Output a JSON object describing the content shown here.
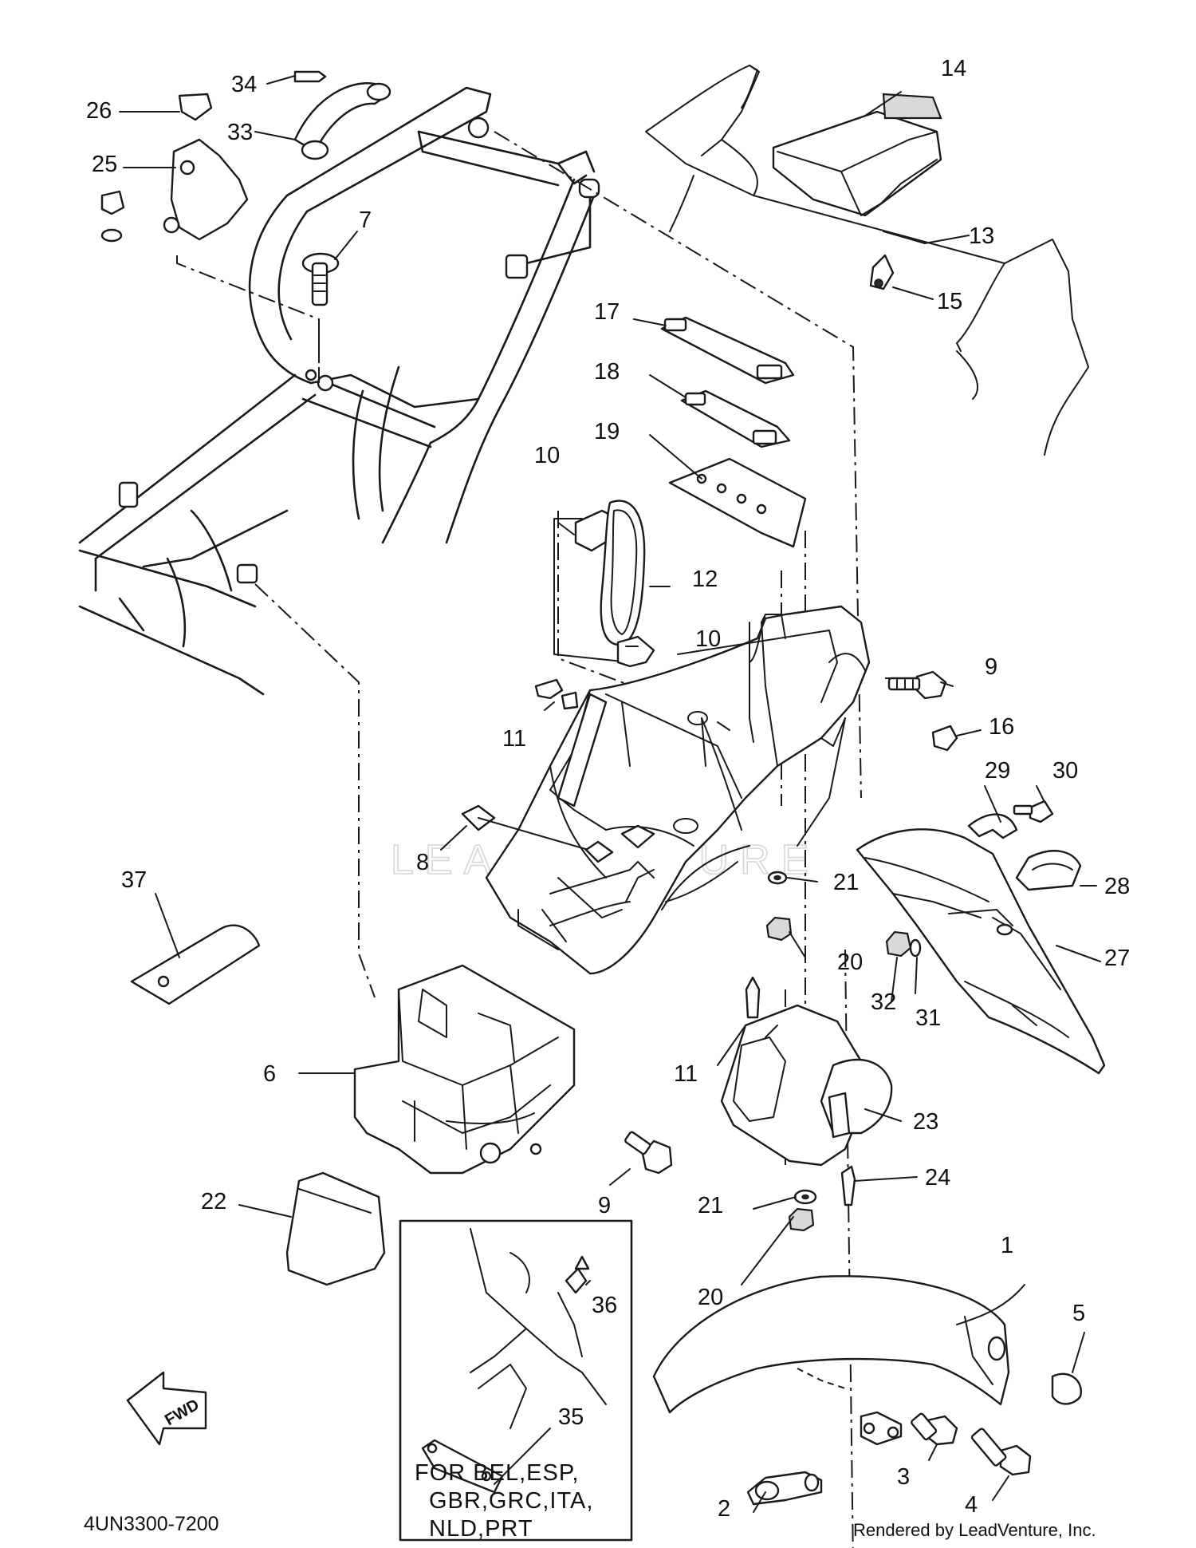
{
  "diagram": {
    "watermark": "LEADVENTURE",
    "fwd_arrow": "FWD",
    "diagram_code": "4UN3300-7200",
    "credit": "Rendered by LeadVenture, Inc.",
    "inset_note": [
      "FOR BEL,ESP,",
      "GBR,GRC,ITA,",
      "NLD,PRT"
    ],
    "callouts": [
      {
        "id": "c1",
        "text": "1"
      },
      {
        "id": "c2",
        "text": "2"
      },
      {
        "id": "c3",
        "text": "3"
      },
      {
        "id": "c4",
        "text": "4"
      },
      {
        "id": "c5",
        "text": "5"
      },
      {
        "id": "c6",
        "text": "6"
      },
      {
        "id": "c7",
        "text": "7"
      },
      {
        "id": "c8",
        "text": "8"
      },
      {
        "id": "c9a",
        "text": "9"
      },
      {
        "id": "c9b",
        "text": "9"
      },
      {
        "id": "c10a",
        "text": "10"
      },
      {
        "id": "c10b",
        "text": "10"
      },
      {
        "id": "c11a",
        "text": "11"
      },
      {
        "id": "c11b",
        "text": "11"
      },
      {
        "id": "c12",
        "text": "12"
      },
      {
        "id": "c13",
        "text": "13"
      },
      {
        "id": "c14",
        "text": "14"
      },
      {
        "id": "c15",
        "text": "15"
      },
      {
        "id": "c16",
        "text": "16"
      },
      {
        "id": "c17",
        "text": "17"
      },
      {
        "id": "c18",
        "text": "18"
      },
      {
        "id": "c19",
        "text": "19"
      },
      {
        "id": "c20a",
        "text": "20"
      },
      {
        "id": "c20b",
        "text": "20"
      },
      {
        "id": "c21a",
        "text": "21"
      },
      {
        "id": "c21b",
        "text": "21"
      },
      {
        "id": "c22",
        "text": "22"
      },
      {
        "id": "c23",
        "text": "23"
      },
      {
        "id": "c24",
        "text": "24"
      },
      {
        "id": "c25",
        "text": "25"
      },
      {
        "id": "c26",
        "text": "26"
      },
      {
        "id": "c27",
        "text": "27"
      },
      {
        "id": "c28",
        "text": "28"
      },
      {
        "id": "c29",
        "text": "29"
      },
      {
        "id": "c30",
        "text": "30"
      },
      {
        "id": "c31",
        "text": "31"
      },
      {
        "id": "c32",
        "text": "32"
      },
      {
        "id": "c33",
        "text": "33"
      },
      {
        "id": "c34",
        "text": "34"
      },
      {
        "id": "c35",
        "text": "35"
      },
      {
        "id": "c36",
        "text": "36"
      },
      {
        "id": "c37",
        "text": "37"
      }
    ]
  }
}
